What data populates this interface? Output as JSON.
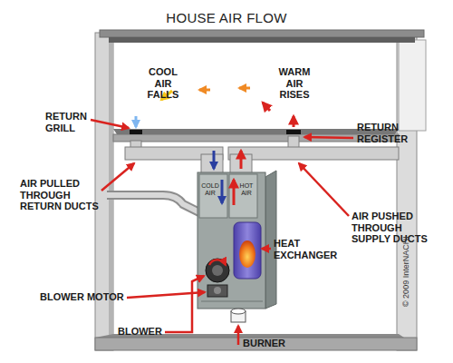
{
  "diagram": {
    "title": "HOUSE AIR FLOW",
    "labels": [
      "RETURN GRILL",
      "COOL AIR FALLS",
      "WARM AIR RISES",
      "RETURN REGISTER",
      "AIR PULLED THROUGH RETURN DUCTS",
      "COLD AIR",
      "HOT AIR",
      "HEAT EXCHANGER",
      "AIR PUSHED THROUGH SUPPLY DUCTS",
      "© 2009 InterNACHI",
      "BLOWER MOTOR",
      "BLOWER",
      "BURNER"
    ]
  }
}
